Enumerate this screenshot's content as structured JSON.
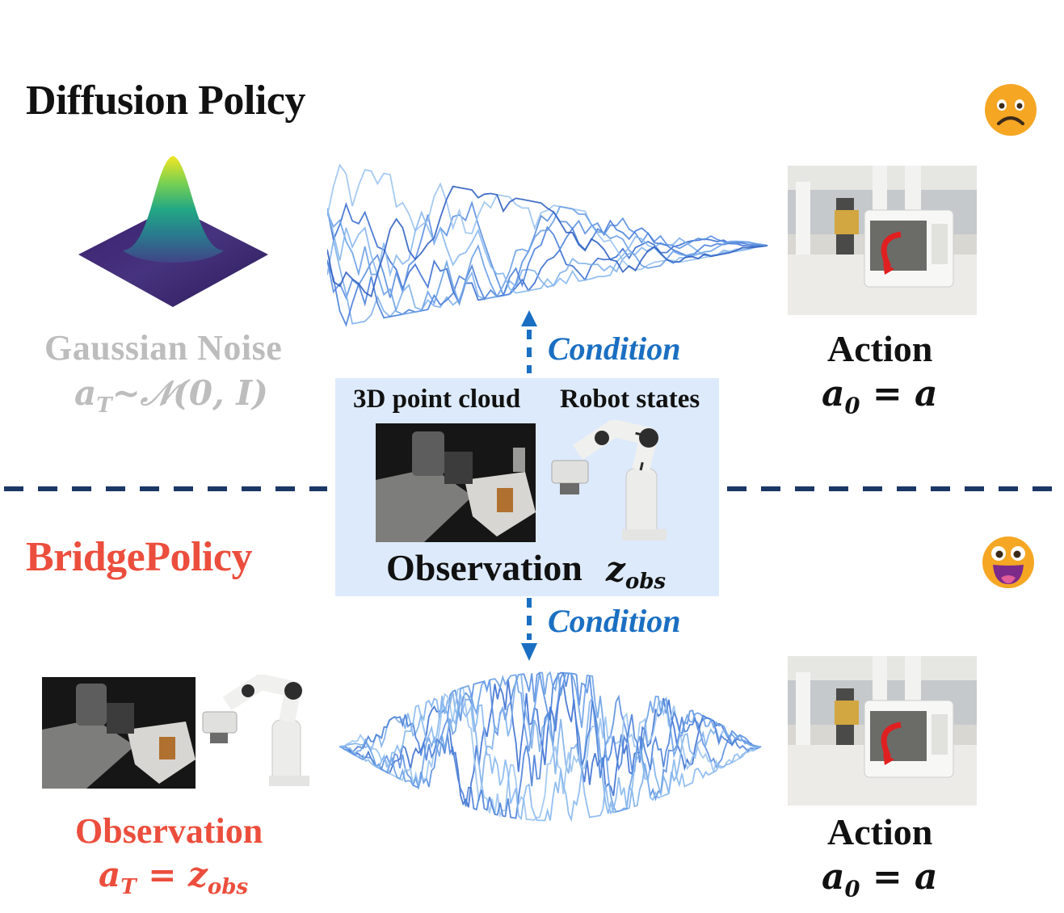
{
  "top": {
    "title": "Diffusion Policy",
    "emoji_sad": "☹",
    "noise_label": "Gaussian Noise",
    "noise_math_a": "a",
    "noise_math_sub": "T",
    "noise_math_rest": "~𝒩(0, I)",
    "condition": "Condition",
    "action_label": "Action",
    "action_math_a": "a",
    "action_math_sub": "0",
    "action_math_rest": " = a"
  },
  "observation_panel": {
    "point_cloud_label": "3D point cloud",
    "robot_states_label": "Robot states",
    "observation_label": "Observation",
    "z_main": "z",
    "z_sub": "obs"
  },
  "bottom": {
    "title": "BridgePolicy",
    "emoji_happy": "😃",
    "condition": "Condition",
    "observation_label": "Observation",
    "obs_math_a": "a",
    "obs_math_sub": "T",
    "obs_math_eq": " = z",
    "obs_math_sub2": "obs",
    "action_label": "Action",
    "action_math_a": "a",
    "action_math_sub": "0",
    "action_math_rest": " = a"
  },
  "colors": {
    "condition_blue": "#1a6fc2",
    "bridge_red": "#ec4e3d",
    "divider_navy": "#1b3766",
    "noise_gray": "#bdbdbd",
    "panel_bg": "#ddeafb"
  }
}
